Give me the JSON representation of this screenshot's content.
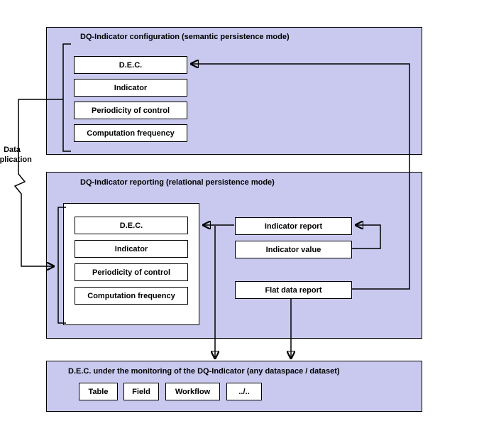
{
  "left_label": "Data replication",
  "top_section": {
    "title": "DQ-Indicator configuration (semantic persistence mode)",
    "boxes": [
      "D.E.C.",
      "Indicator",
      "Periodicity of control",
      "Computation frequency"
    ]
  },
  "middle_section": {
    "title": "DQ-Indicator reporting (relational persistence mode)",
    "boxes": [
      "D.E.C.",
      "Indicator",
      "Periodicity of control",
      "Computation frequency"
    ],
    "report_boxes": [
      "Indicator report",
      "Indicator value",
      "Flat data report"
    ]
  },
  "bottom_section": {
    "title": "D.E.C. under the monitoring of the DQ-Indicator (any dataspace / dataset)",
    "boxes": [
      "Table",
      "Field",
      "Workflow",
      "../.."
    ]
  },
  "colors": {
    "section_bg": "#c9c9ef",
    "node_bg": "#ffffff",
    "line": "#000000"
  }
}
